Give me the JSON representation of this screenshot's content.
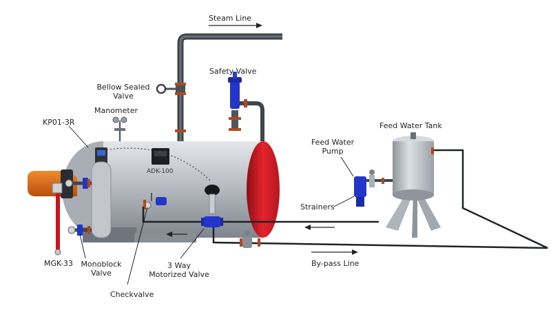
{
  "labels": {
    "steam_line": "Steam Line",
    "safety_valve": "Safety Valve",
    "bellow_l1": "Bellow Sealed",
    "bellow_l2": "Valve",
    "manometer": "Manometer",
    "kp01": "KP01-3R",
    "adk": "ADK-100",
    "feed_water_tank": "Feed Water Tank",
    "fwp_l1": "Feed Water",
    "fwp_l2": "Pump",
    "strainers": "Strainers",
    "mgk": "MGK-33",
    "mono_l1": "Monoblock",
    "mono_l2": "Valve",
    "tw_l1": "3 Way",
    "tw_l2": "Motorized Valve",
    "checkvalve": "Checkvalve",
    "bypass": "By-pass Line"
  },
  "colors": {
    "boiler_body": "#b8bcc2",
    "boiler_end": "#e0202a",
    "valve_blue": "#2236c8",
    "pipe_dark": "#3c4249",
    "flange": "#b04a1e",
    "burner": "#d86812"
  }
}
